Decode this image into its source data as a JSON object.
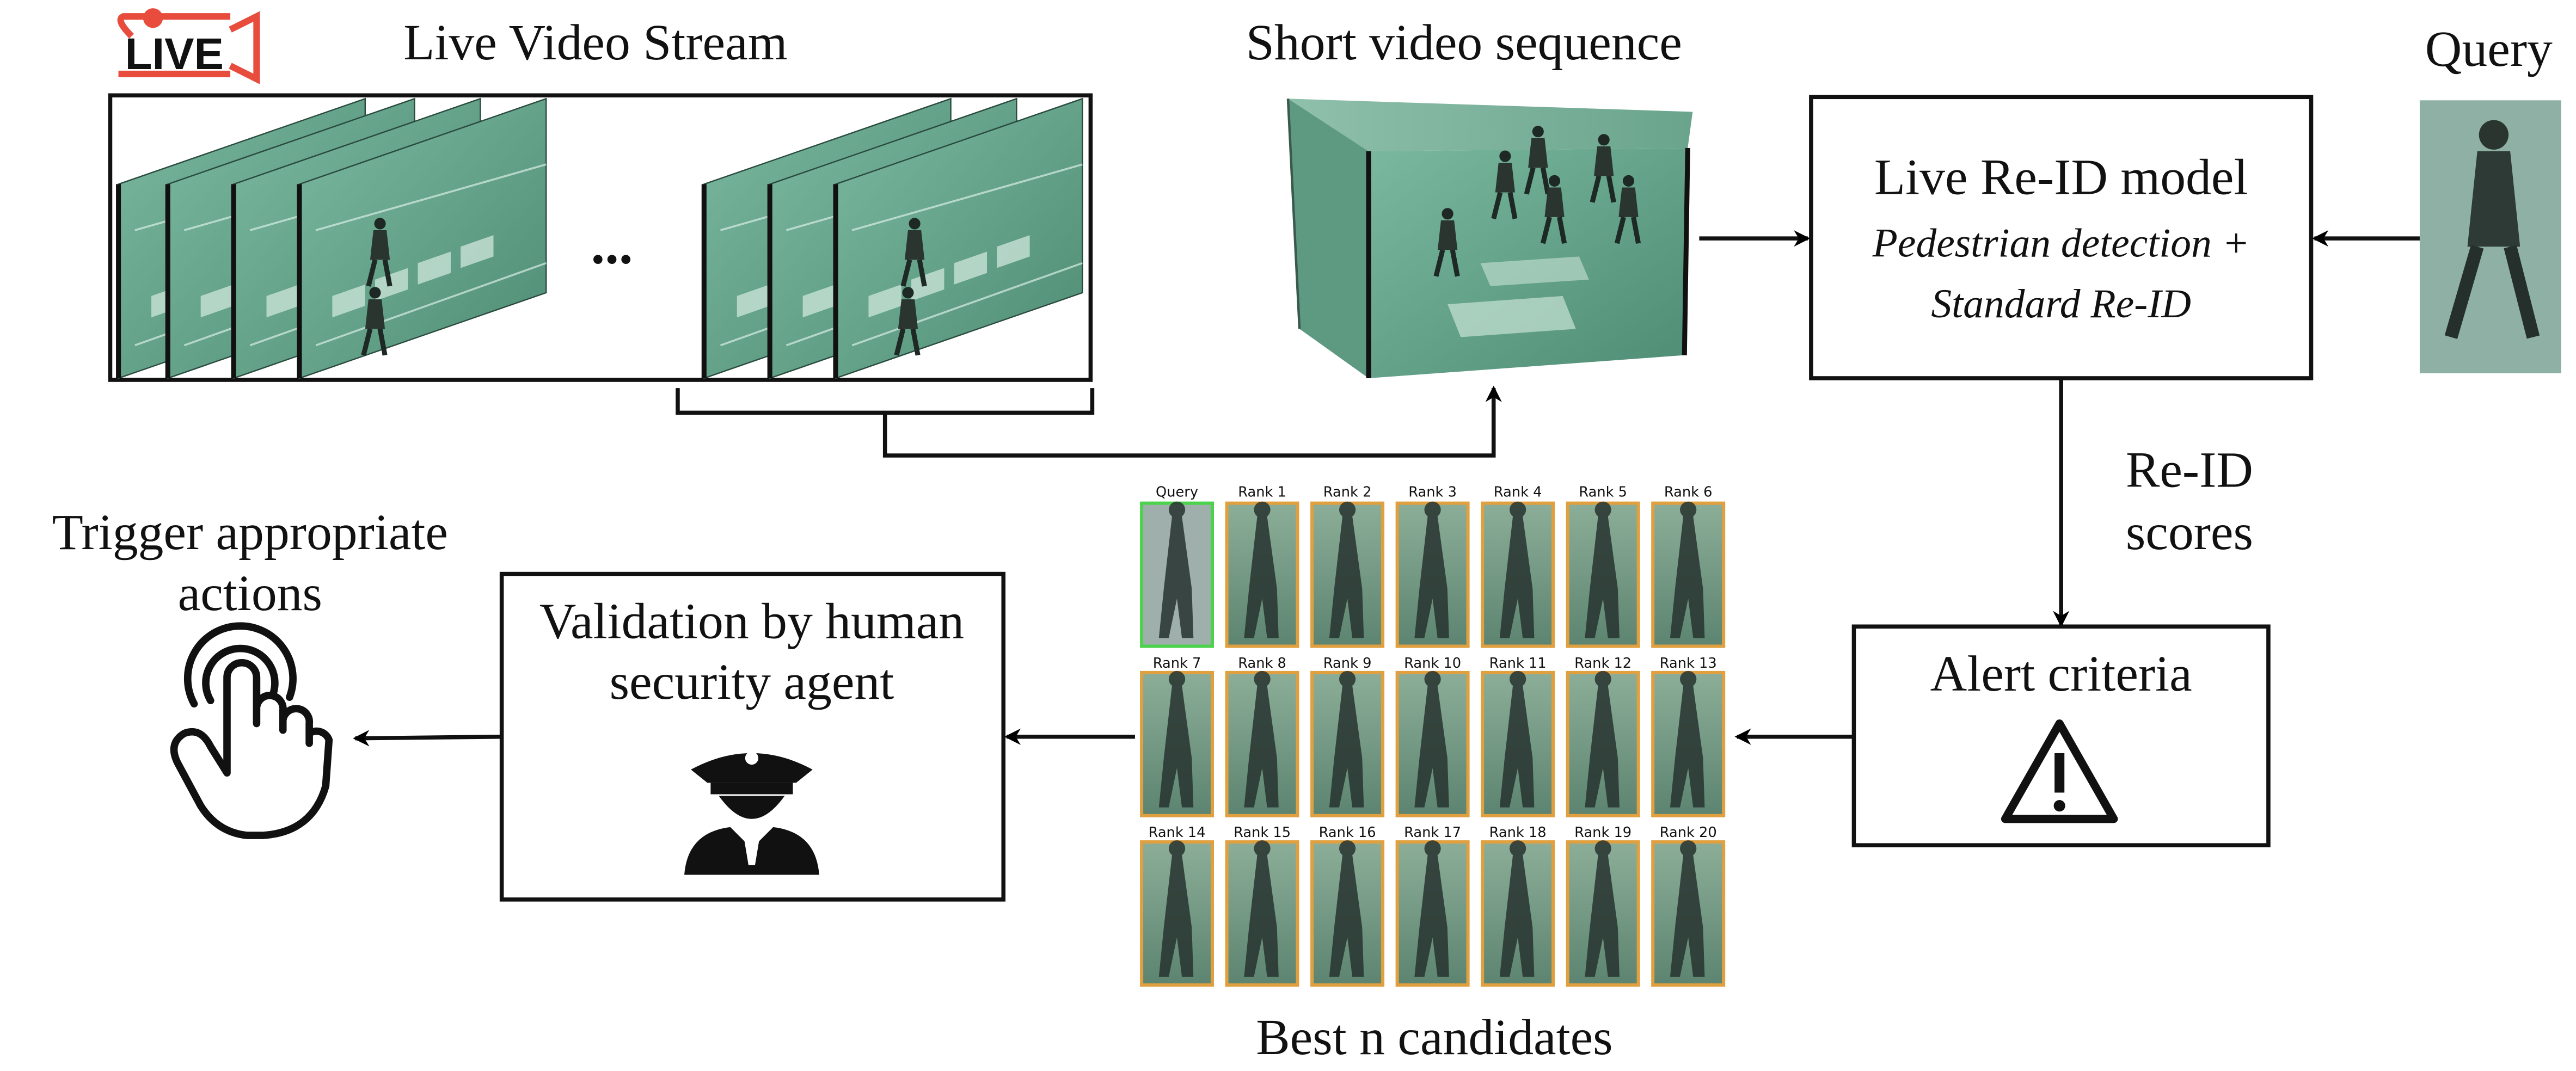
{
  "labels": {
    "live_badge": "LIVE",
    "live_stream": "Live Video Stream",
    "ellipsis": "...",
    "short_sequence": "Short video sequence",
    "query": "Query",
    "reid_model_title": "Live Re-ID model",
    "reid_model_line1": "Pedestrian detection +",
    "reid_model_line2": "Standard Re-ID",
    "reid_scores_line1": "Re-ID",
    "reid_scores_line2": "scores",
    "alert_criteria": "Alert criteria",
    "trigger_line1": "Trigger appropriate",
    "trigger_line2": "actions",
    "validation_line1": "Validation by human",
    "validation_line2": "security agent",
    "best_candidates": "Best n candidates"
  },
  "gallery": {
    "query_label": "Query",
    "rank_labels": [
      "Rank 1",
      "Rank 2",
      "Rank 3",
      "Rank 4",
      "Rank 5",
      "Rank 6",
      "Rank 7",
      "Rank 8",
      "Rank 9",
      "Rank 10",
      "Rank 11",
      "Rank 12",
      "Rank 13",
      "Rank 14",
      "Rank 15",
      "Rank 16",
      "Rank 17",
      "Rank 18",
      "Rank 19",
      "Rank 20"
    ]
  },
  "colors": {
    "live_red": "#e74c3c",
    "scene_green": "#5a9a82",
    "query_border": "#4cd24c",
    "rank_border": "#e0a040"
  }
}
